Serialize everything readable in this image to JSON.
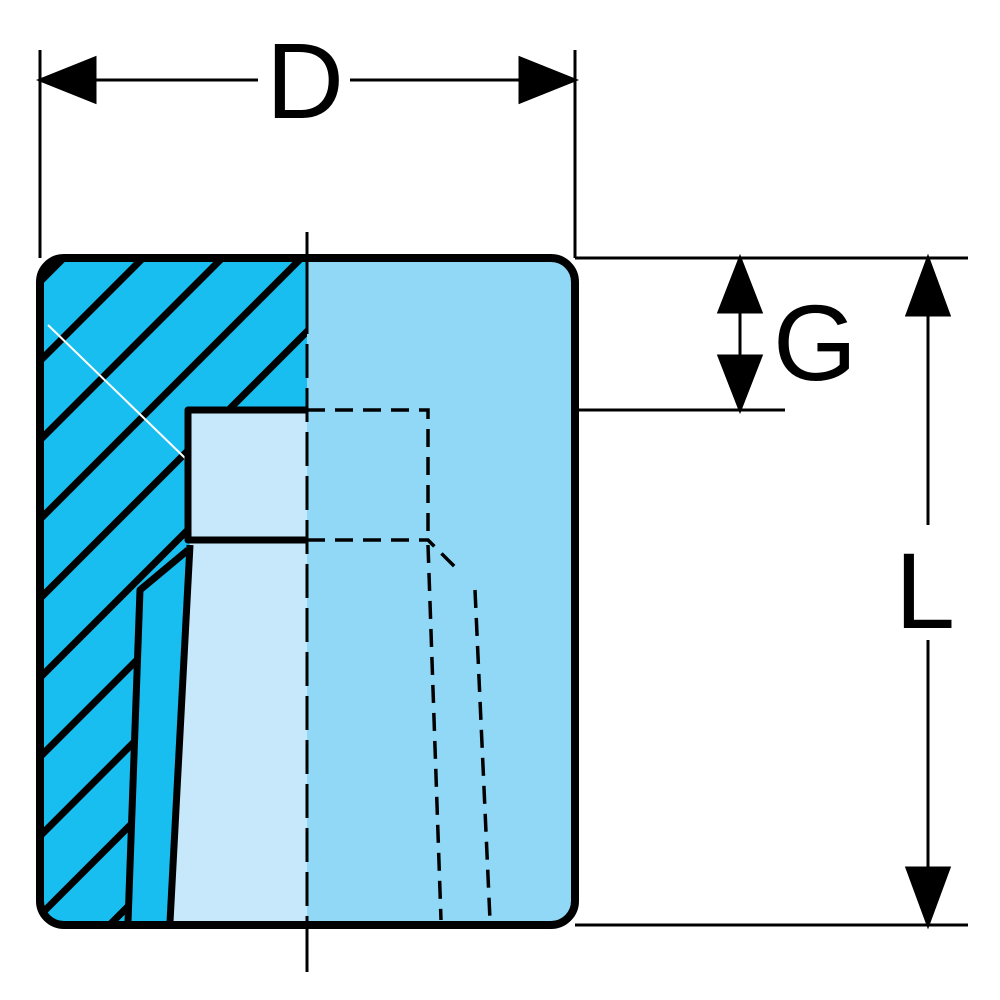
{
  "dimensions": {
    "diameter_label": "D",
    "groove_label": "G",
    "length_label": "L"
  },
  "colors": {
    "section": "#17BEEF",
    "body": "#90D8F6",
    "bore": "#C6E8FA",
    "line": "#000000"
  }
}
